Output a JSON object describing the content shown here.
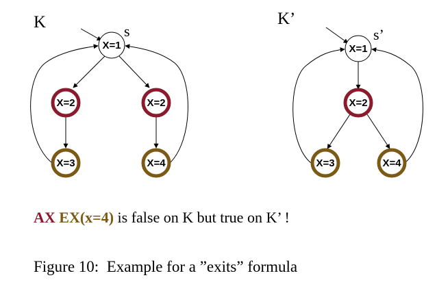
{
  "left_graph": {
    "name": "K",
    "start_label": "s",
    "nodes": [
      {
        "label": "X=1",
        "color": "#ffffff"
      },
      {
        "label": "X=2",
        "color": "#8b1a2c"
      },
      {
        "label": "X=2",
        "color": "#8b1a2c"
      },
      {
        "label": "X=3",
        "color": "#7a5a14"
      },
      {
        "label": "X=4",
        "color": "#7a5a14"
      }
    ]
  },
  "right_graph": {
    "name": "K’",
    "start_label": "s’",
    "nodes": [
      {
        "label": "X=1",
        "color": "#ffffff"
      },
      {
        "label": "X=2",
        "color": "#8b1a2c"
      },
      {
        "label": "X=3",
        "color": "#7a5a14"
      },
      {
        "label": "X=4",
        "color": "#7a5a14"
      }
    ]
  },
  "formula": {
    "part_ax": "AX",
    "part_ex": "EX(x=4)",
    "rest": " is false on K but true on K’ !",
    "ax_color": "#8b1a2c",
    "ex_color": "#7a5a14"
  },
  "caption": "Figure 10:  Example for a ”exits” formula"
}
